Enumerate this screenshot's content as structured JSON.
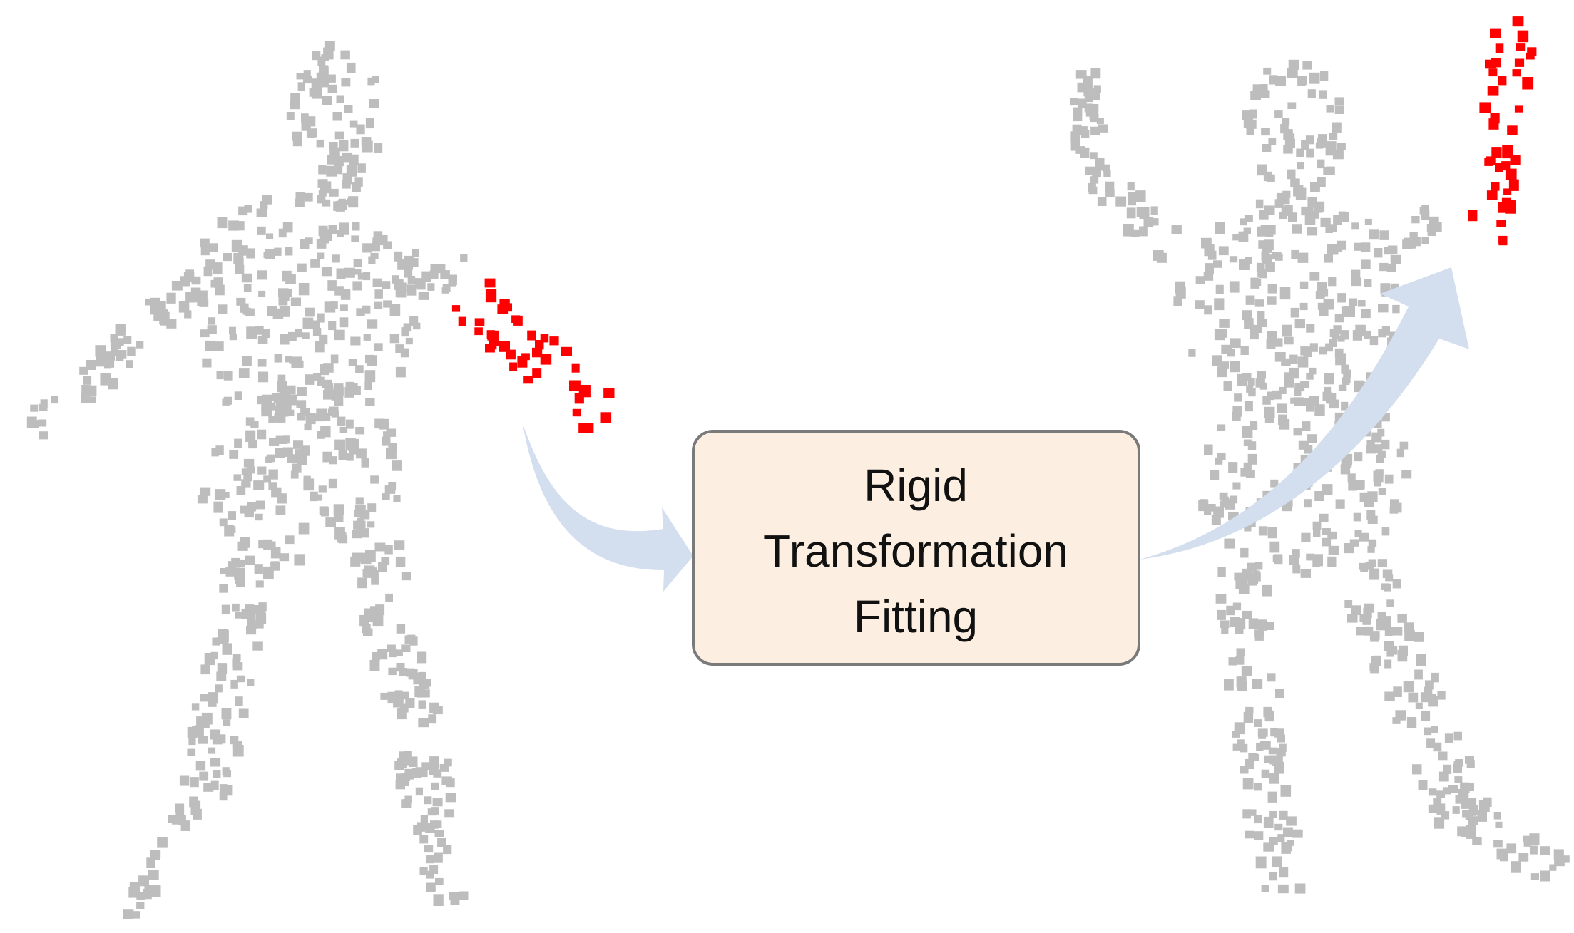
{
  "diagram": {
    "process_box": {
      "lines": [
        "Rigid",
        "Transformation",
        "Fitting"
      ],
      "fill": "#FCEFE1",
      "stroke": "#7A7A7A"
    },
    "point_colors": {
      "body": "#BDBDBD",
      "highlight": "#FF0000"
    },
    "arrow_color": "#D3DEEE"
  }
}
